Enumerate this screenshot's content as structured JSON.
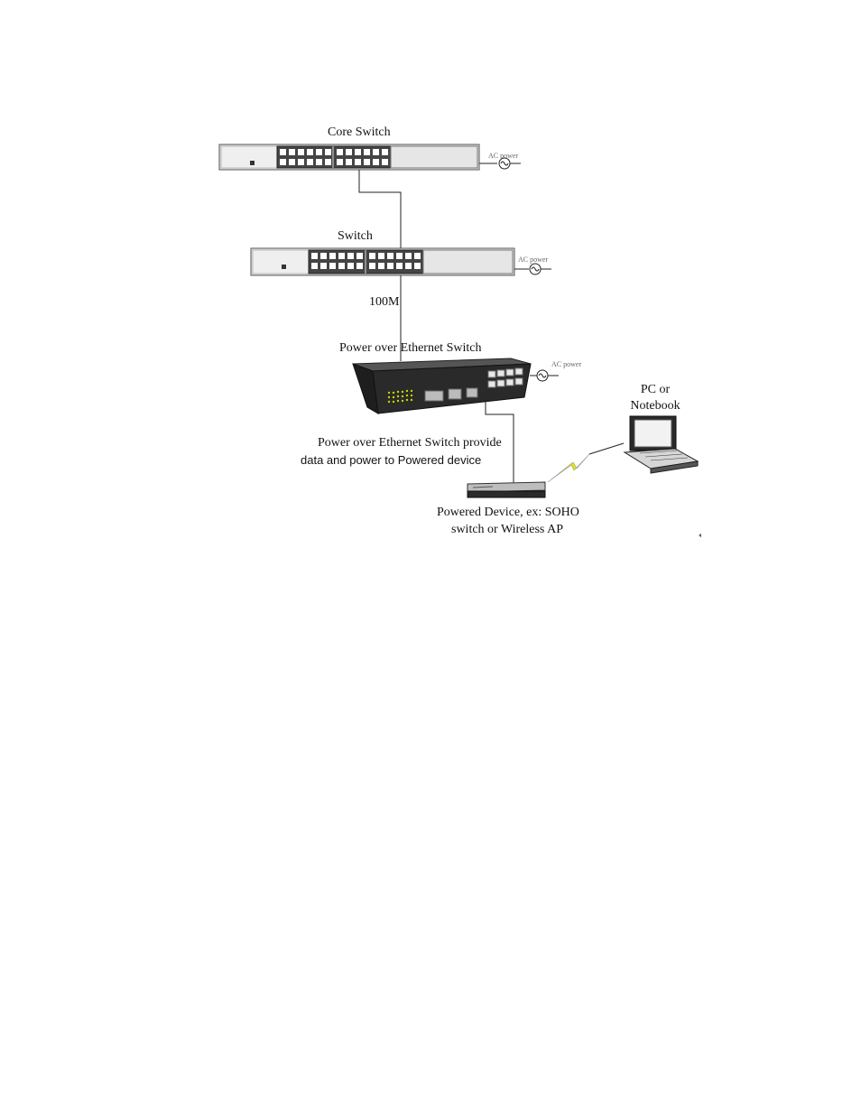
{
  "diagram": {
    "core_switch": {
      "label": "Core Switch",
      "power_label": "AC power"
    },
    "switch": {
      "label": "Switch",
      "power_label": "AC power"
    },
    "uplink": {
      "label": "100M"
    },
    "poe_switch": {
      "label": "Power over Ethernet  Switch",
      "power_label": "AC power"
    },
    "poe_note": {
      "line1": "Power over Ethernet  Switch provide",
      "line2": "data and power to Powered device"
    },
    "powered_device": {
      "line1": "Powered Device, ex: SOHO",
      "line2": "switch or Wireless AP"
    },
    "pc": {
      "line1": "PC or",
      "line2": "Notebook"
    },
    "colors": {
      "wireless_bolt": "#e8e800",
      "device_gray": "#d9d9d9",
      "poe_body": "#2a2a2a",
      "line": "#222222"
    }
  }
}
